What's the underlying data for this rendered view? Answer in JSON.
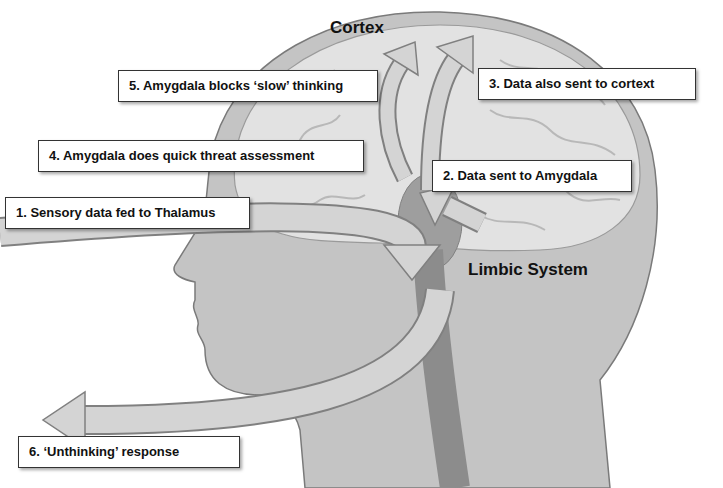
{
  "diagram": {
    "nodes": [
      {
        "text": [
          "5. Amygdala blocks ‘slow’ thinking"
        ]
      },
      {
        "text": [
          "3. Data also sent to cortext"
        ]
      },
      {
        "text": [
          "4. Amygdala does quick threat assessment"
        ]
      },
      {
        "text": [
          "2. Data sent to Amygdala"
        ]
      },
      {
        "text": [
          "1. Sensory data fed to Thalamus"
        ]
      },
      {
        "text": [
          "6. ‘Unthinking’ response"
        ]
      }
    ],
    "labels": [
      "Cortex",
      "Limbic System"
    ]
  }
}
